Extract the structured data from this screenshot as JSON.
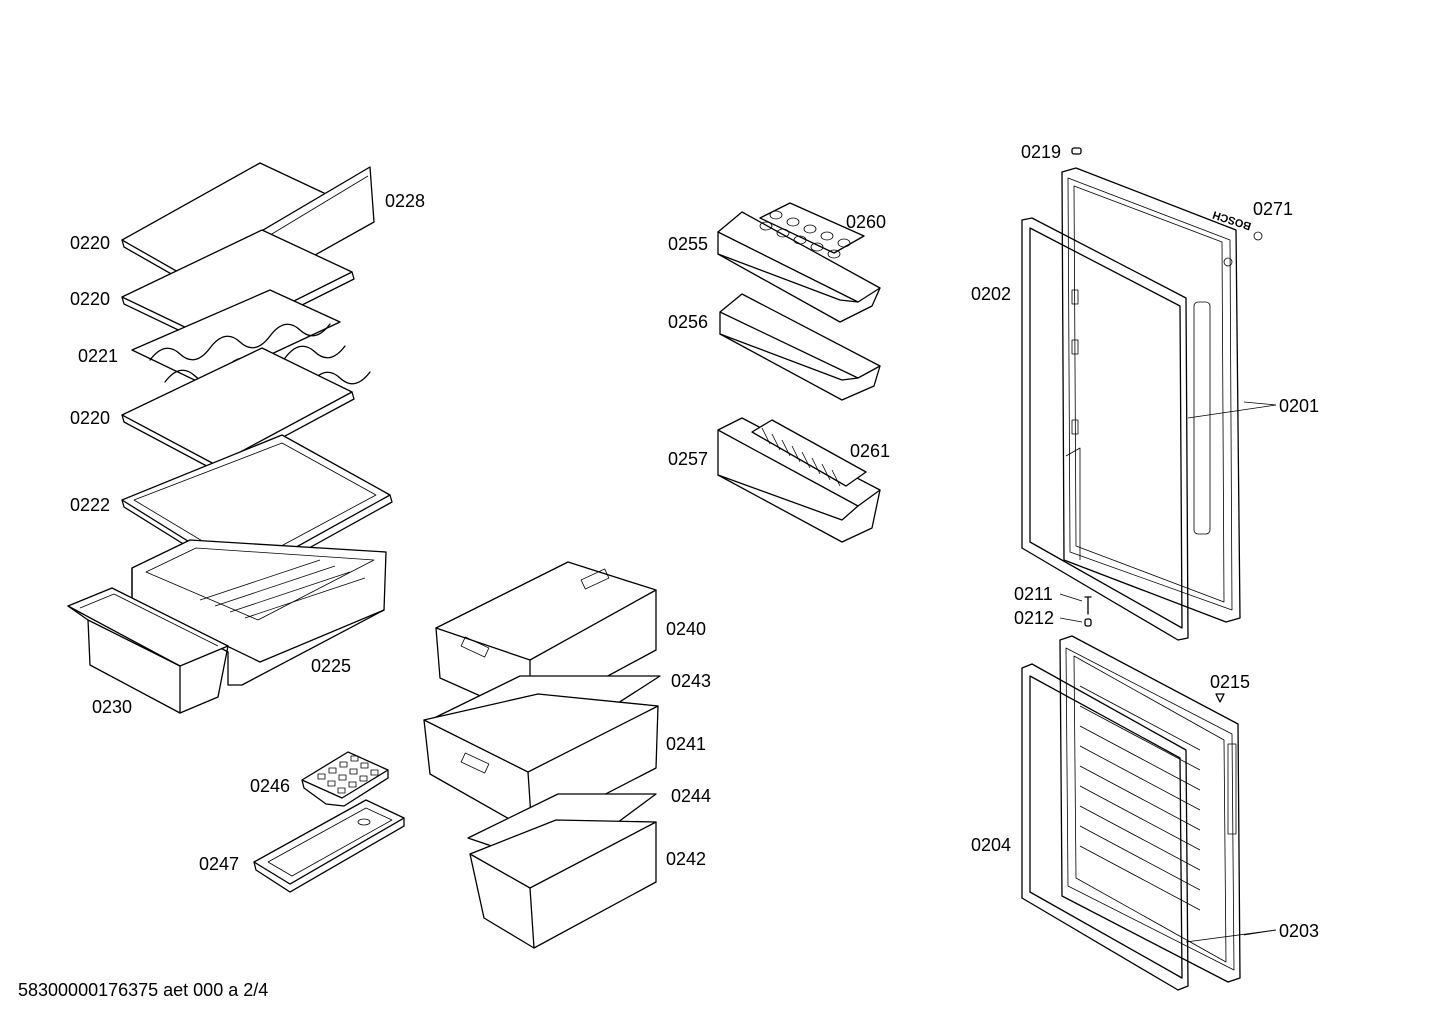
{
  "diagram": {
    "labels": {
      "p0219": "0219",
      "p0271": "0271",
      "p0228": "0228",
      "p0220": "0220",
      "p0221": "0221",
      "p0222": "0222",
      "p0225": "0225",
      "p0230": "0230",
      "p0255": "0255",
      "p0260": "0260",
      "p0256": "0256",
      "p0257": "0257",
      "p0261": "0261",
      "p0202": "0202",
      "p0201": "0201",
      "p0240": "0240",
      "p0243": "0243",
      "p0241": "0241",
      "p0244": "0244",
      "p0242": "0242",
      "p0246": "0246",
      "p0247": "0247",
      "p0211": "0211",
      "p0212": "0212",
      "p0215": "0215",
      "p0204": "0204",
      "p0203": "0203"
    },
    "brand_mark": "BOSCH"
  },
  "footer": {
    "document_id": "58300000176375 aet 000 a 2/4"
  }
}
